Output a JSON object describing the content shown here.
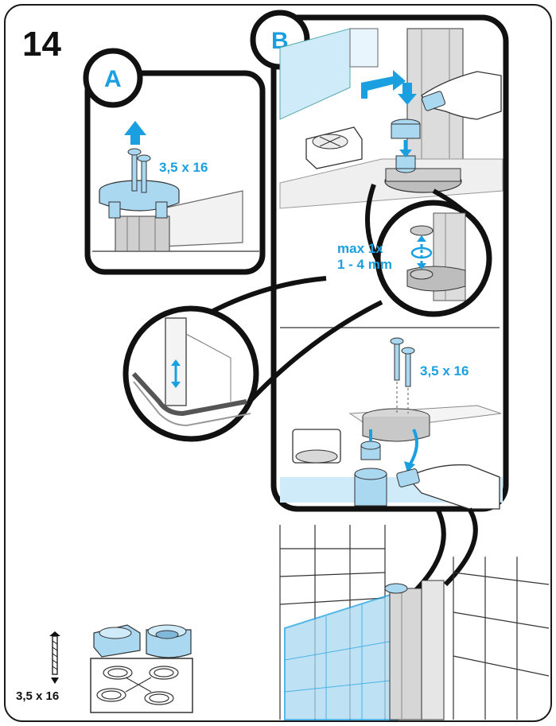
{
  "step_number": "14",
  "panel_a": {
    "badge": "A",
    "screw_label": "3,5 x 16"
  },
  "panel_b": {
    "badge": "B",
    "adjust_line1": "max 1x",
    "adjust_line2": "1 - 4 mm",
    "screw_label": "3,5 x 16"
  },
  "parts_box": {
    "screw_label": "3,5 x 16"
  },
  "colors": {
    "accent_blue": "#1a9fe0",
    "part_blue": "#a9d8f0",
    "outline": "#111111",
    "metal_gray": "#c8c8c8"
  },
  "icons": [
    "arrow-up-icon",
    "arrow-down-icon",
    "double-arrow-icon",
    "rotate-icon",
    "screw-icon",
    "hand-icon"
  ]
}
